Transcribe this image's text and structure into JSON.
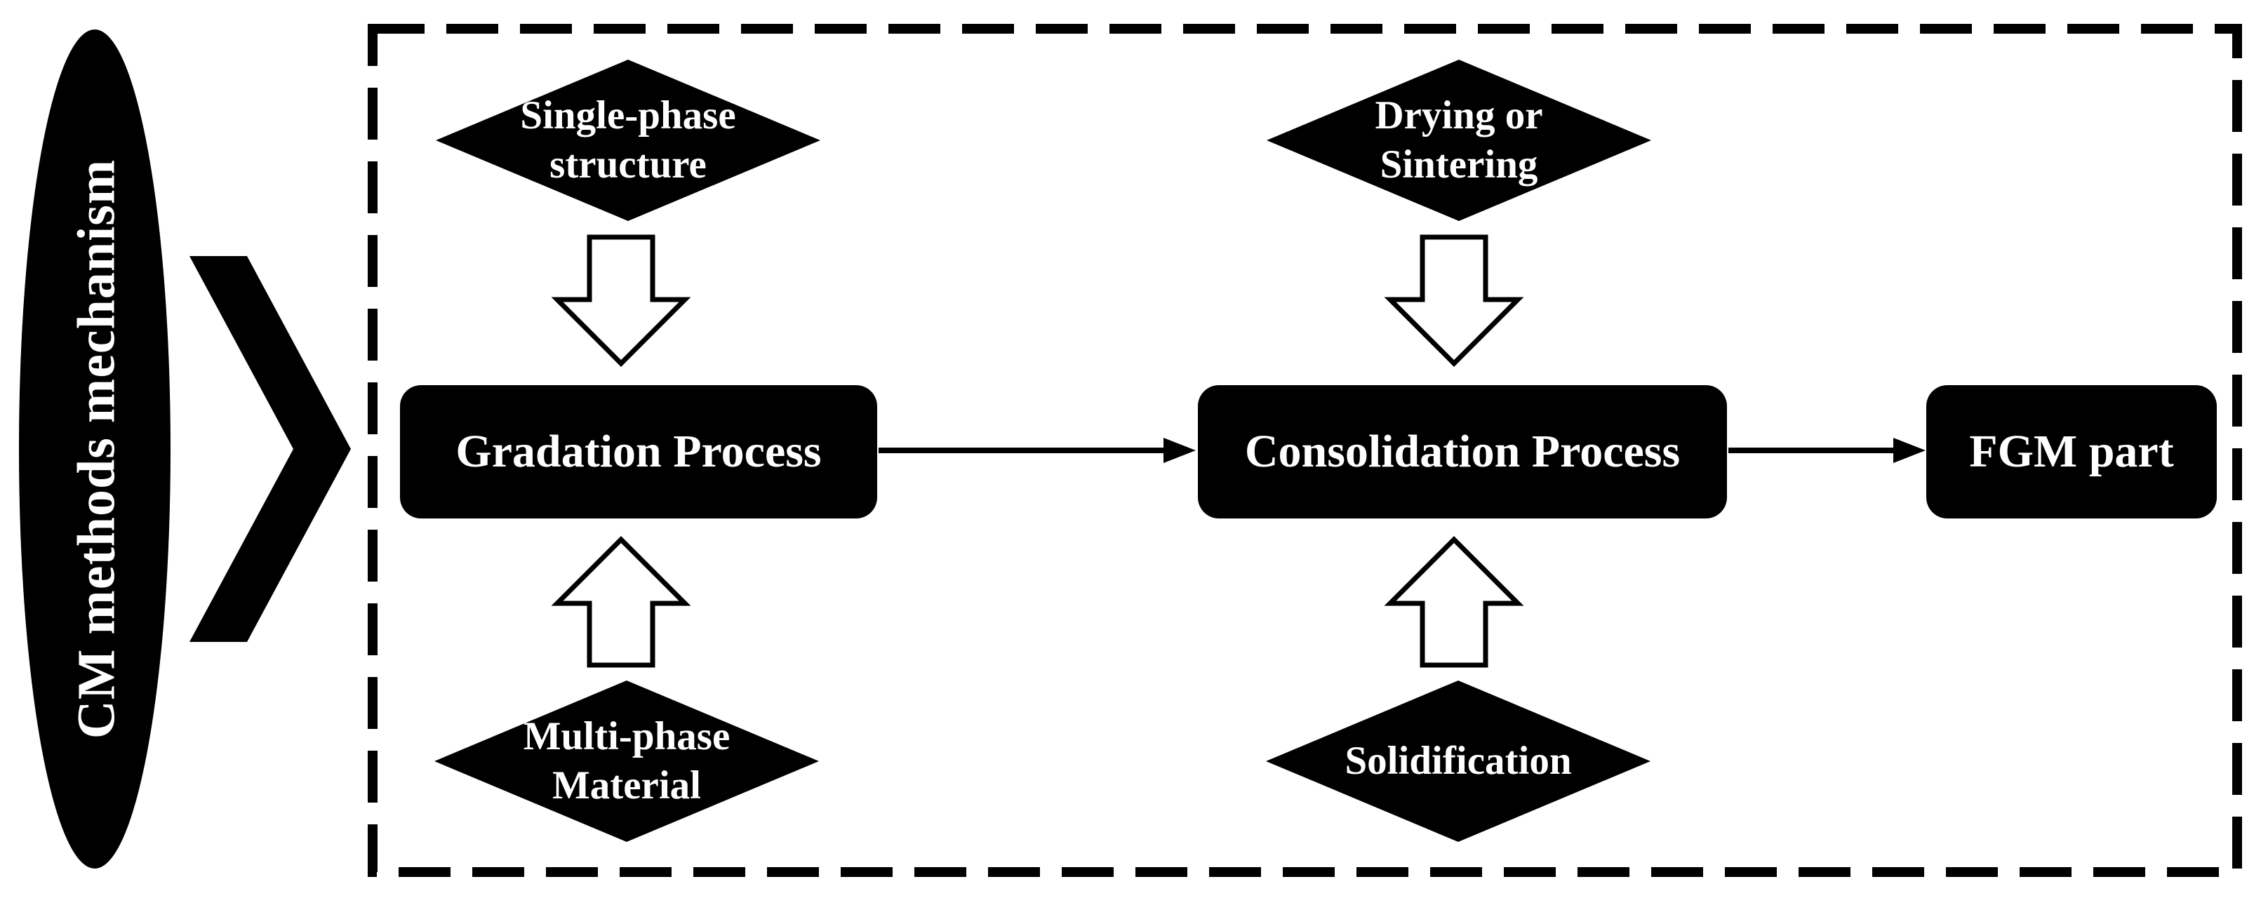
{
  "colors": {
    "background": "#ffffff",
    "shape_fill": "#000000",
    "outline": "#000000",
    "text_on_dark": "#ffffff"
  },
  "mechanism": {
    "label": "CM methods mechanism"
  },
  "nodes": {
    "single_phase": {
      "label": "Single-phase\nstructure"
    },
    "drying_sintering": {
      "label": "Drying or\nSintering"
    },
    "multi_phase": {
      "label": "Multi-phase\nMaterial"
    },
    "solidification": {
      "label": "Solidification"
    },
    "gradation": {
      "label": "Gradation Process"
    },
    "consolidation": {
      "label": "Consolidation Process"
    },
    "fgm_part": {
      "label": "FGM part"
    }
  },
  "icons": {
    "chevron": "chevron-right",
    "block_arrows": [
      "down-arrow",
      "up-arrow",
      "down-arrow",
      "up-arrow"
    ],
    "connectors": [
      "right-arrow",
      "right-arrow"
    ]
  }
}
